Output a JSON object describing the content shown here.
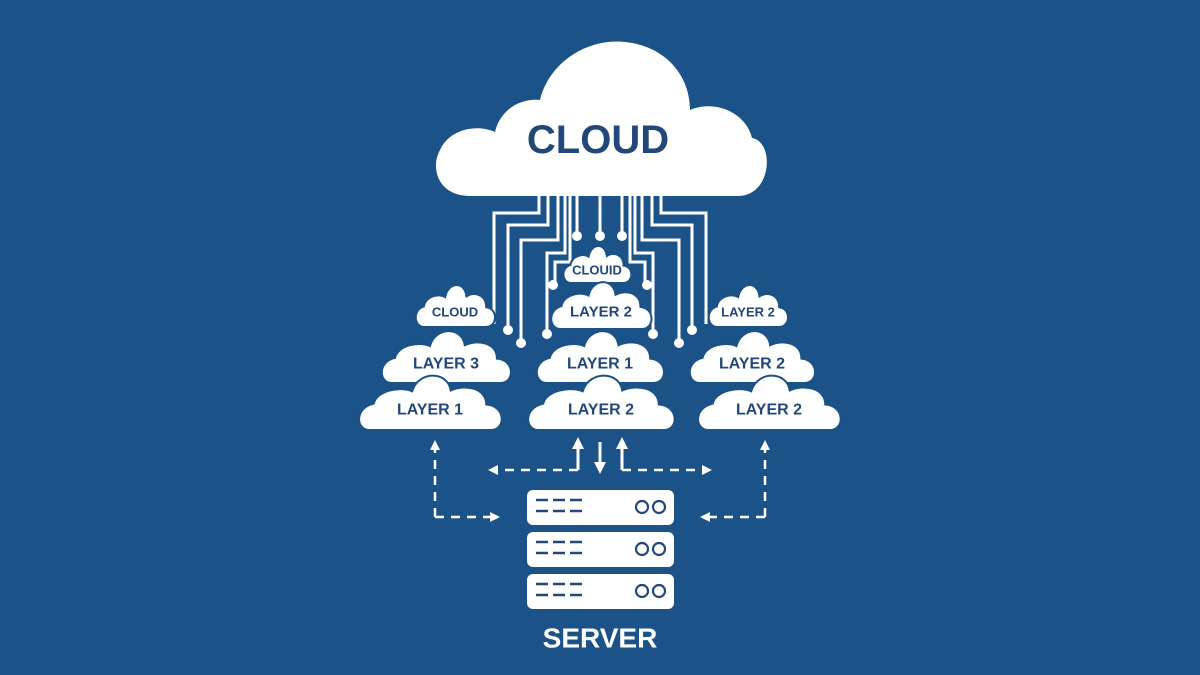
{
  "diagram": {
    "background_color": "#1b5288",
    "foreground_color": "#ffffff",
    "text_color": "#22487a",
    "main_cloud": {
      "label": "CLOUD"
    },
    "clouds": [
      {
        "id": "center-top",
        "label": "CLOUID"
      },
      {
        "id": "left-top",
        "label": "CLOUD"
      },
      {
        "id": "center-upper",
        "label": "LAYER 2"
      },
      {
        "id": "right-top",
        "label": "LAYER 2"
      },
      {
        "id": "left-mid",
        "label": "LAYER 3"
      },
      {
        "id": "center-mid",
        "label": "LAYER 1"
      },
      {
        "id": "right-mid",
        "label": "LAYER 2"
      },
      {
        "id": "left-bottom",
        "label": "LAYER 1"
      },
      {
        "id": "center-bottom",
        "label": "LAYER 2"
      },
      {
        "id": "right-bottom",
        "label": "LAYER 2"
      }
    ],
    "server": {
      "label": "SERVER",
      "units": 3,
      "unit_icons": [
        "drive-slots-icon",
        "status-lights-icon"
      ]
    },
    "connections": [
      {
        "from": "server",
        "to": "left-bottom",
        "style": "dashed",
        "direction": "up"
      },
      {
        "from": "server",
        "to": "right-bottom",
        "style": "dashed",
        "direction": "up"
      },
      {
        "from": "server",
        "to": "center-bottom",
        "style": "solid",
        "direction": "bidirectional"
      },
      {
        "from": "main_cloud",
        "to": "layer-clouds",
        "style": "circuit-lines"
      }
    ]
  }
}
